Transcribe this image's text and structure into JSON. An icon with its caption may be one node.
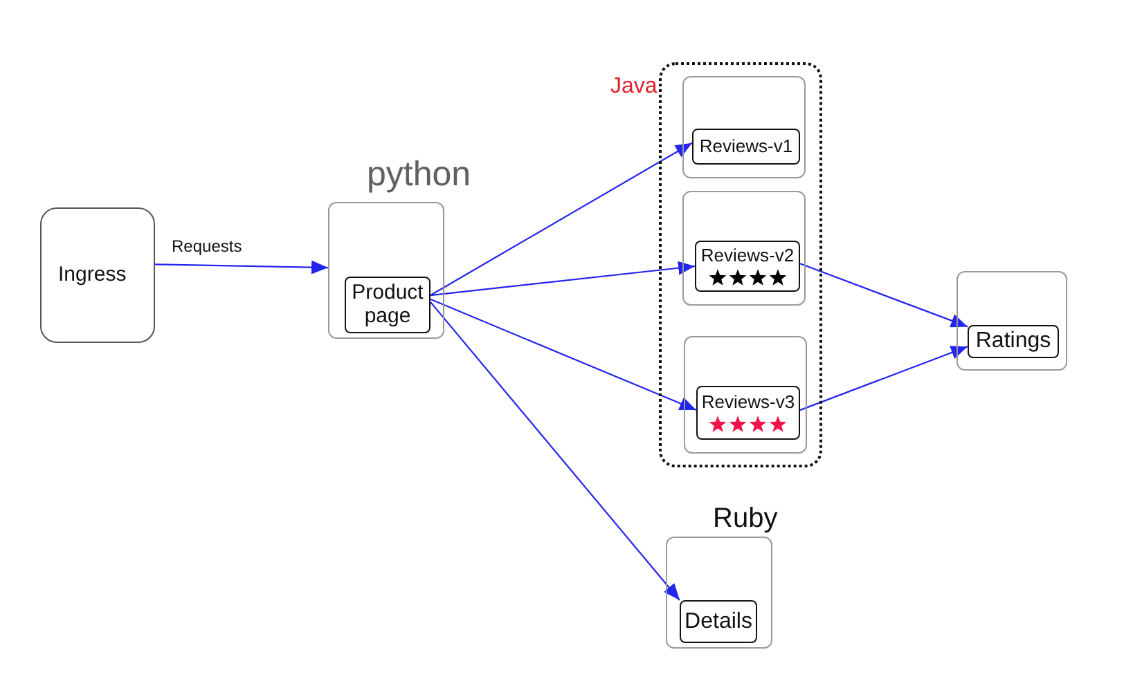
{
  "diagram": {
    "nodes": [
      {
        "text": [
          "Ingress"
        ]
      },
      {
        "text": [
          "python"
        ]
      },
      {
        "text": [
          "Product page"
        ],
        "in": 1
      },
      {
        "text": [
          "Java"
        ]
      },
      {
        "text": [],
        "shape": "box",
        "in": 3
      },
      {
        "text": [
          "Reviews-v1"
        ],
        "in": 4
      },
      {
        "text": [],
        "shape": "box",
        "in": 3
      },
      {
        "text": [
          "Reviews-v2"
        ],
        "in": 6
      },
      {
        "text": [],
        "shape": "box",
        "in": 3
      },
      {
        "text": [
          "Reviews-v3"
        ],
        "in": 8
      },
      {
        "text": [],
        "shape": "box"
      },
      {
        "text": [
          "Ratings"
        ],
        "in": 10
      },
      {
        "text": [
          "Ruby"
        ]
      },
      {
        "text": [
          "Details"
        ],
        "in": 12
      }
    ],
    "edges": [
      {
        "from": 0,
        "to": 1,
        "label": "Requests",
        "arrow": "to"
      },
      {
        "from": 2,
        "to": 5,
        "arrow": "to"
      },
      {
        "from": 2,
        "to": 7,
        "arrow": "to"
      },
      {
        "from": 2,
        "to": 9,
        "arrow": "to"
      },
      {
        "from": 2,
        "to": 13,
        "arrow": "to"
      },
      {
        "from": 7,
        "to": 11,
        "arrow": "to"
      },
      {
        "from": 9,
        "to": 11,
        "arrow": "to"
      }
    ]
  }
}
